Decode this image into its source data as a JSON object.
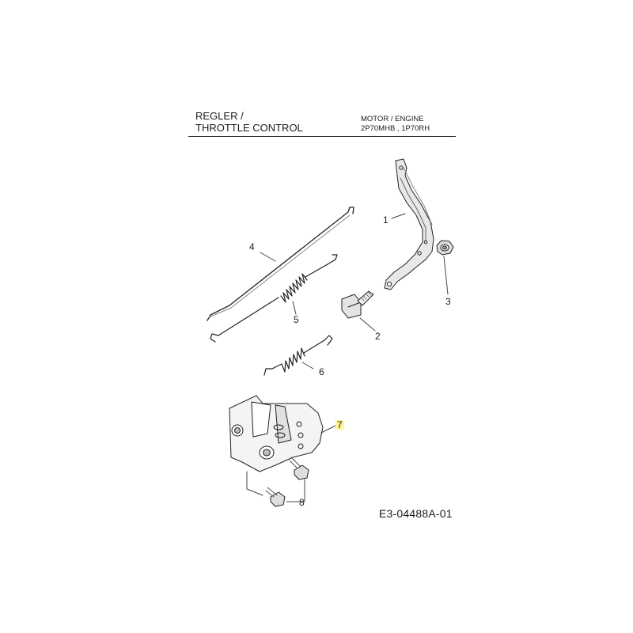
{
  "header": {
    "title_line1": "REGLER /",
    "title_line2": "THROTTLE CONTROL",
    "engine_line1": "MOTOR / ENGINE",
    "engine_line2": "2P70MHB  ,  1P70RH"
  },
  "parts": [
    {
      "number": "1",
      "name": "throttle-lever"
    },
    {
      "number": "2",
      "name": "bolt"
    },
    {
      "number": "3",
      "name": "nut"
    },
    {
      "number": "4",
      "name": "link-rod"
    },
    {
      "number": "5",
      "name": "long-spring"
    },
    {
      "number": "6",
      "name": "short-spring"
    },
    {
      "number": "7",
      "name": "mounting-plate",
      "highlighted": true
    },
    {
      "number": "8",
      "name": "screws"
    }
  ],
  "highlight_color": "#fff59d",
  "document_id": "E3-04488A-01"
}
